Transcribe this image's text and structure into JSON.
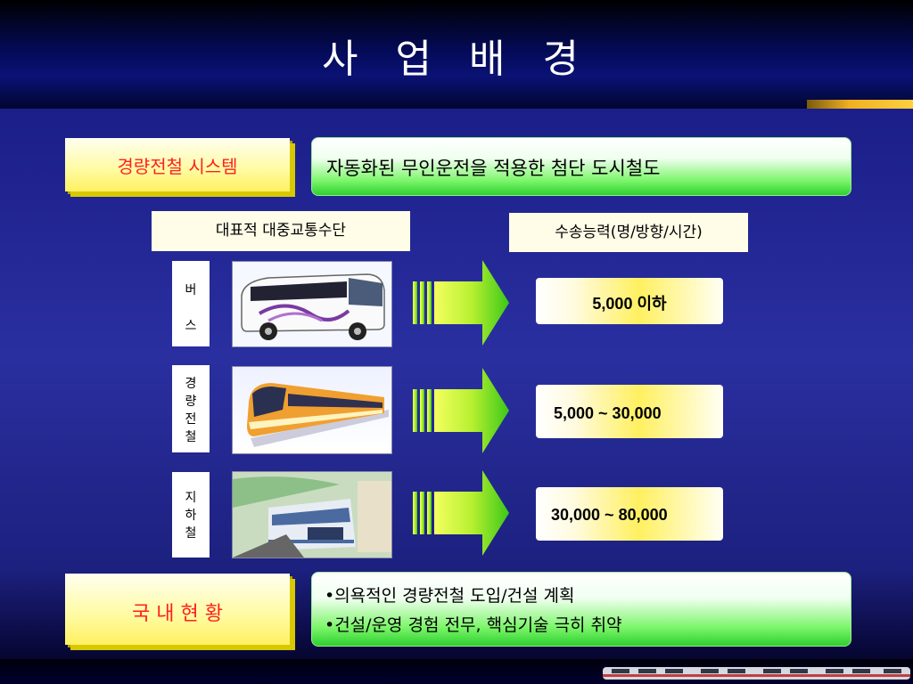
{
  "title": "사 업 배 경",
  "top_row": {
    "label": "경량전철 시스템",
    "description": "자동화된 무인운전을 적용한 첨단 도시철도"
  },
  "headers": {
    "left": "대표적 대중교통수단",
    "right": "수송능력(명/방향/시간)"
  },
  "rows": [
    {
      "label_lines": [
        "버",
        "스"
      ],
      "photo": "bus-photo",
      "capacity": "5,000 이하"
    },
    {
      "label_lines": [
        "경",
        "량",
        "전",
        "철"
      ],
      "photo": "light-rail-photo",
      "capacity": "5,000 ~ 30,000"
    },
    {
      "label_lines": [
        "지",
        "하",
        "철"
      ],
      "photo": "subway-photo",
      "capacity": "30,000 ~ 80,000"
    }
  ],
  "bottom_row": {
    "label": "국 내 현 황",
    "bullets": [
      "•의욕적인 경량전철 도입/건설 계획",
      "•건설/운영 경험 전무, 핵심기술 극히 취약"
    ]
  },
  "colors": {
    "label_red": "#ff2020",
    "accent": "#f0b020"
  }
}
